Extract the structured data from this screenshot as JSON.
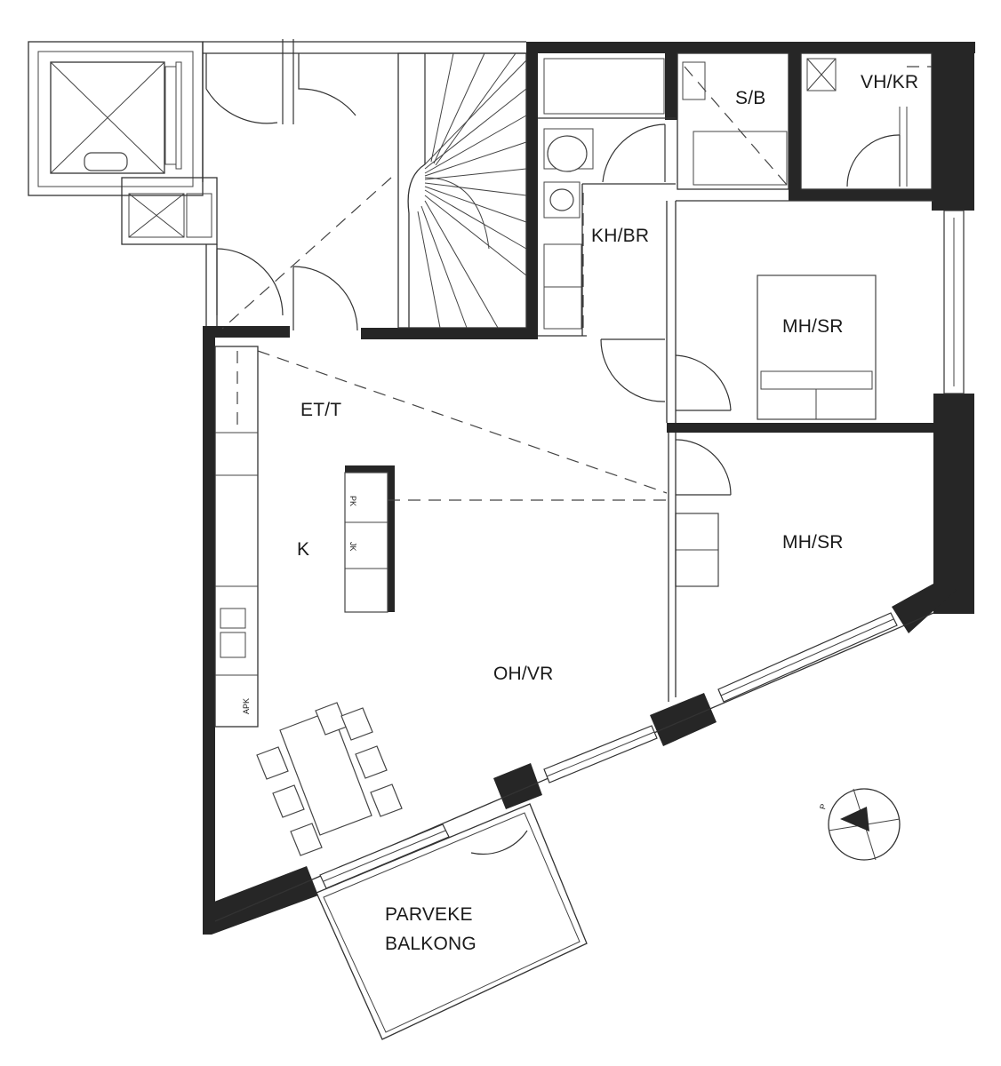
{
  "rooms": {
    "et_t": "ET/T",
    "k": "K",
    "oh_vr": "OH/VR",
    "kh_br": "KH/BR",
    "s_b": "S/B",
    "vh_kr": "VH/KR",
    "mh_sr_1": "MH/SR",
    "mh_sr_2": "MH/SR",
    "parveke": "PARVEKE",
    "balkong": "BALKONG"
  },
  "appliances": {
    "pk": "PK",
    "jk": "JK",
    "apk": "APK"
  },
  "compass": {
    "label": "P"
  }
}
